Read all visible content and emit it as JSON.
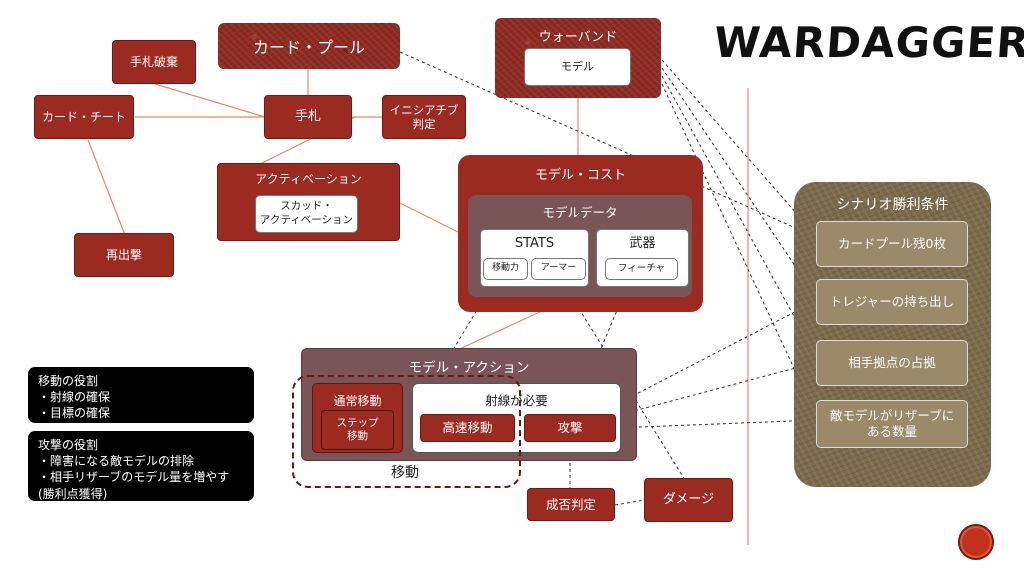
{
  "logo": "WARDAGGER",
  "nodes": {
    "card_pool": "カード・プール",
    "warband": "ウォーバンド",
    "model": "モデル",
    "discard": "手札破棄",
    "card_cheat": "カード・チート",
    "hand": "手札",
    "initiative": "イニシアチブ\n判定",
    "activation": "アクティベーション",
    "scud_activation": "スカッド・\nアクティベーション",
    "reattack": "再出撃",
    "model_cost": "モデル・コスト",
    "model_data": "モデルデータ",
    "stats": "STATS",
    "move_power": "移動力",
    "armor": "アーマー",
    "weapon": "武器",
    "feature": "フィーチャ",
    "model_action": "モデル・アクション",
    "normal_move": "通常移動",
    "step_move": "ステップ\n移動",
    "los_required": "射線が必要",
    "fast_move": "高速移動",
    "attack": "攻撃",
    "move_group": "移動",
    "success_check": "成否判定",
    "damage": "ダメージ"
  },
  "victory": {
    "title": "シナリオ勝利条件",
    "items": [
      "カードプール残0枚",
      "トレジャーの持ち出し",
      "相手拠点の占拠",
      "敵モデルがリザーブに\nある数量"
    ]
  },
  "notes": {
    "move_role": "移動の役割\n・射線の確保\n・目標の確保",
    "attack_role": "攻撃の役割\n・障害になる敵モデルの排除\n・相手リザーブのモデル量を増やす\n(勝利点獲得)"
  },
  "colors": {
    "accent_red": "#9b2a20",
    "brown": "#8a7a5a",
    "line_orange": "#e07a5a"
  }
}
